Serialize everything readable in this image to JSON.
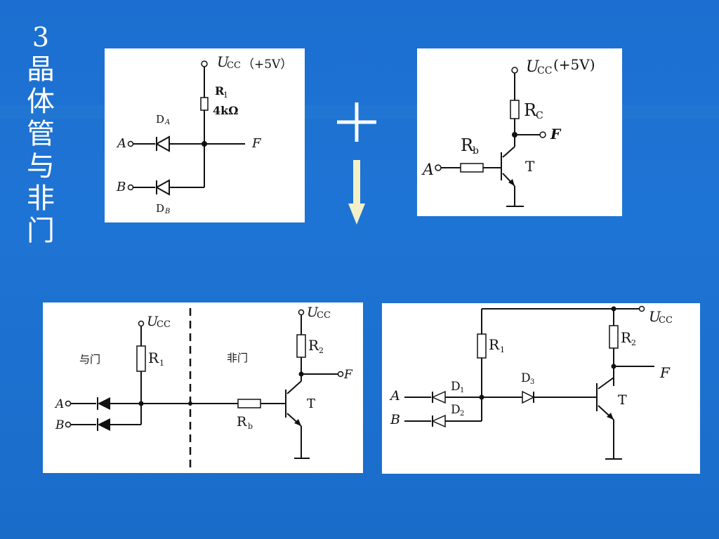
{
  "slide": {
    "number": "3",
    "title_chars": [
      "晶",
      "体",
      "管",
      "与",
      "非",
      "门"
    ]
  },
  "panel1": {
    "ucc": "U",
    "ucc_sub": "CC",
    "ucc_value": "（+5V）",
    "r1": "R",
    "r1_sub": "1",
    "r1_value": "4kΩ",
    "da": "D",
    "da_sub": "A",
    "db": "D",
    "db_sub": "B",
    "a": "A",
    "b": "B",
    "f": "F"
  },
  "operator": {
    "plus": "+"
  },
  "panel2": {
    "ucc": "U",
    "ucc_sub": "CC",
    "ucc_value": "(+5V)",
    "rc": "R",
    "rc_sub": "C",
    "rb": "R",
    "rb_sub": "b",
    "f": "F",
    "a": "A",
    "t": "T"
  },
  "panel3": {
    "ucc": "U",
    "ucc_sub": "CC",
    "ucc2": "U",
    "ucc2_sub": "CC",
    "and_gate": "与门",
    "not_gate": "非门",
    "r1": "R",
    "r1_sub": "1",
    "r2": "R",
    "r2_sub": "2",
    "rb": "R",
    "rb_sub": "b",
    "a": "A",
    "b": "B",
    "f": "F",
    "t": "T"
  },
  "panel4": {
    "ucc": "U",
    "ucc_sub": "CC",
    "r1": "R",
    "r1_sub": "1",
    "r2": "R",
    "r2_sub": "2",
    "d1": "D",
    "d1_sub": "1",
    "d2": "D",
    "d2_sub": "2",
    "d3": "D",
    "d3_sub": "3",
    "a": "A",
    "b": "B",
    "f": "F",
    "t": "T"
  },
  "colors": {
    "background": "#1e74d4",
    "arrow": "#f3f0c8",
    "plus": "#ffffff"
  }
}
